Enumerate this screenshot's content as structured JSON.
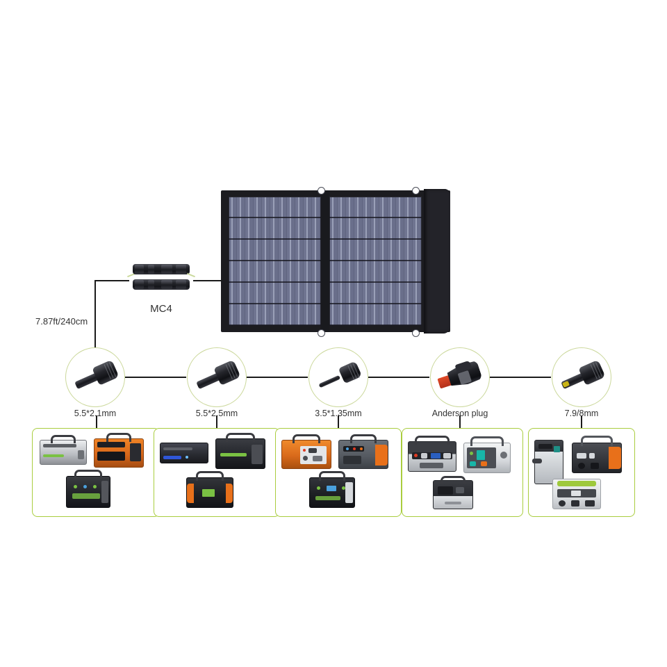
{
  "diagram": {
    "title": "Portable solar panel connector compatibility chart",
    "colors": {
      "circle_outline": "#cbd89b",
      "box_outline": "#a9cd3e",
      "wire": "#1a1a1a",
      "panel_cell": "#6f7490",
      "panel_frame": "#1c1c20",
      "accent_orange": "#e8701a",
      "accent_red": "#e04a28",
      "accent_yellow": "#c9b417",
      "accent_green": "#7ac143"
    },
    "solar_panel": {
      "name": "foldable-solar-panel",
      "sections": 2,
      "grommets": 4
    },
    "mc4": {
      "label": "MC4",
      "connector_count": 2
    },
    "cable": {
      "length_label": "7.87ft/240cm"
    },
    "connectors": [
      {
        "id": "c1",
        "label": "5.5*2.1mm",
        "icon": "barrel-plug-icon",
        "style": "standard"
      },
      {
        "id": "c2",
        "label": "5.5*2.5mm",
        "icon": "barrel-plug-icon",
        "style": "standard"
      },
      {
        "id": "c3",
        "label": "3.5*1.35mm",
        "icon": "barrel-plug-icon",
        "style": "slim"
      },
      {
        "id": "c4",
        "label": "Anderson plug",
        "icon": "anderson-plug-icon",
        "style": "anderson"
      },
      {
        "id": "c5",
        "label": "7.9/8mm",
        "icon": "barrel-plug-icon",
        "style": "yellow-tip"
      }
    ],
    "product_groups": [
      {
        "id": "g1",
        "for_connector": "5.5*2.1mm",
        "devices": [
          {
            "name": "silver-rectangular-power-bank",
            "body": "#d8dade",
            "accent": "#7ac143"
          },
          {
            "name": "orange-black-power-station",
            "body": "#e8701a",
            "accent": "#1d1e22"
          },
          {
            "name": "black-green-power-station",
            "body": "#2a2c30",
            "accent": "#7ac143"
          }
        ]
      },
      {
        "id": "g2",
        "for_connector": "5.5*2.5mm",
        "devices": [
          {
            "name": "flat-black-power-box",
            "body": "#2b2d32",
            "accent": "#3355dd"
          },
          {
            "name": "black-green-stripe-station",
            "body": "#26282c",
            "accent": "#7ac143"
          },
          {
            "name": "black-orange-handle-station",
            "body": "#232428",
            "accent": "#e8701a"
          }
        ]
      },
      {
        "id": "g3",
        "for_connector": "3.5*1.35mm",
        "devices": [
          {
            "name": "orange-front-power-station",
            "body": "#e8701a",
            "accent": "#4a4c52"
          },
          {
            "name": "gray-orange-side-station",
            "body": "#5b6066",
            "accent": "#e8701a"
          },
          {
            "name": "black-green-compact-station",
            "body": "#24262a",
            "accent": "#7ac143"
          }
        ]
      },
      {
        "id": "g4",
        "for_connector": "Anderson plug",
        "devices": [
          {
            "name": "silver-black-wide-station",
            "body": "#c9ccd1",
            "accent": "#1f2024"
          },
          {
            "name": "white-teal-panel-station",
            "body": "#eceef0",
            "accent": "#18b6a8"
          },
          {
            "name": "black-silver-cube-station",
            "body": "#33353a",
            "accent": "#d3d6da"
          }
        ]
      },
      {
        "id": "g5",
        "for_connector": "7.9/8mm",
        "devices": [
          {
            "name": "tall-silver-tower-station",
            "body": "#cfd2d7",
            "accent": "#1f8f86"
          },
          {
            "name": "dark-orange-side-station",
            "body": "#3a3c41",
            "accent": "#e8701a"
          },
          {
            "name": "white-green-trim-station",
            "body": "#f0f2f3",
            "accent": "#9ec93c"
          }
        ]
      }
    ]
  }
}
